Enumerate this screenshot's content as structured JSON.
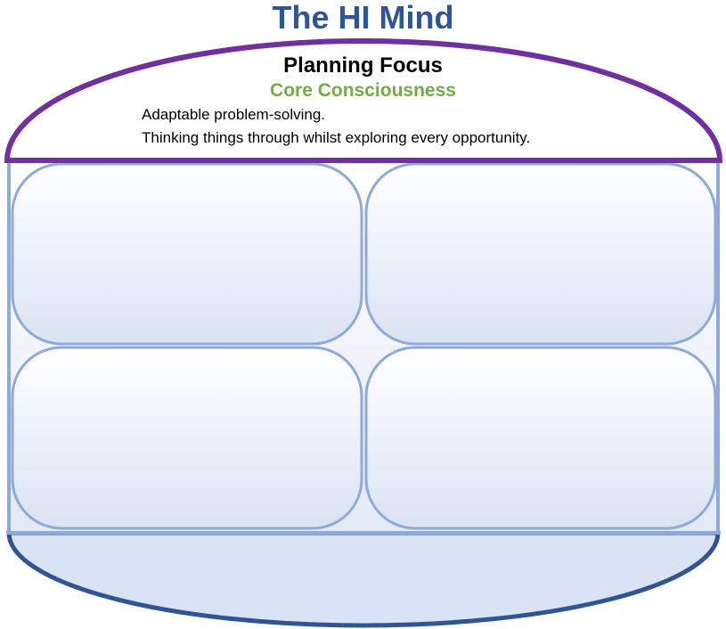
{
  "title": "The HI Mind",
  "top_section": {
    "heading": "Planning Focus",
    "subheading": "Core Consciousness",
    "lines": [
      "Adaptable problem-solving.",
      "Thinking things through whilst exploring every opportunity."
    ]
  },
  "colors": {
    "title": "#2f5597",
    "dome_outline": "#7030a0",
    "subheading": "#70ad47",
    "panel_outline": "#8eaadb",
    "base_outline": "#2f5597",
    "base_fill": "#dae3f3"
  }
}
